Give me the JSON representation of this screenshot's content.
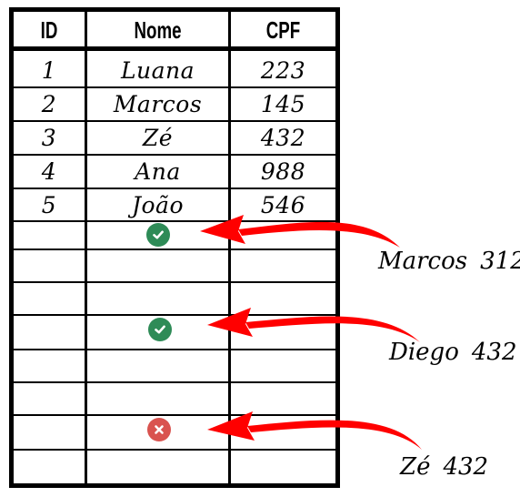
{
  "table": {
    "headers": {
      "id": "ID",
      "name": "Nome",
      "cpf": "CPF"
    },
    "rows": [
      {
        "id": "1",
        "name": "Luana",
        "cpf": "223"
      },
      {
        "id": "2",
        "name": "Marcos",
        "cpf": "145"
      },
      {
        "id": "3",
        "name": "Zé",
        "cpf": "432"
      },
      {
        "id": "4",
        "name": "Ana",
        "cpf": "988"
      },
      {
        "id": "5",
        "name": "João",
        "cpf": "546"
      }
    ]
  },
  "status_icons": [
    {
      "icon": "check-circle-icon",
      "color": "#2e8b57",
      "status": "accepted"
    },
    {
      "icon": "check-circle-icon",
      "color": "#2e8b57",
      "status": "accepted"
    },
    {
      "icon": "x-circle-icon",
      "color": "#d9534f",
      "status": "rejected"
    }
  ],
  "incoming": [
    {
      "name": "Marcos",
      "cpf": "312"
    },
    {
      "name": "Diego",
      "cpf": "432"
    },
    {
      "name": "Zé",
      "cpf": "432"
    }
  ],
  "colors": {
    "arrow": "#ff0000",
    "border": "#000000",
    "accept": "#2e8b57",
    "reject": "#d9534f"
  }
}
